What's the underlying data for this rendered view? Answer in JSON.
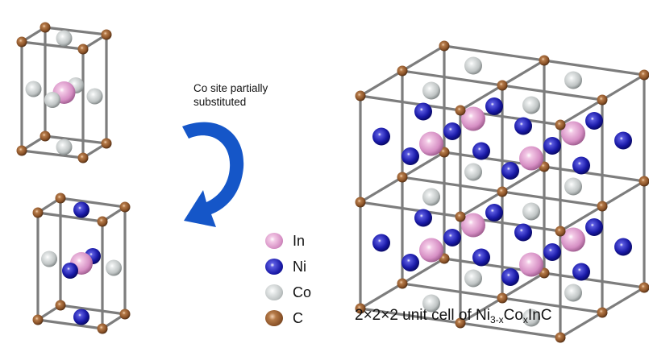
{
  "figure": {
    "arrow_caption_line1": "Co site partially",
    "arrow_caption_line2": "substituted",
    "title_prefix": "2×2×2 unit cell of ",
    "formula": {
      "ni": "Ni",
      "ni_sub": "3-x",
      "co": "Co",
      "co_sub": "x",
      "rest": "InC"
    }
  },
  "legend": [
    {
      "label": "In",
      "color": "#d68fc4"
    },
    {
      "label": "Ni",
      "color": "#1a1aa8"
    },
    {
      "label": "Co",
      "color": "#c3c7c7"
    },
    {
      "label": "C",
      "color": "#8a5228"
    }
  ],
  "colors": {
    "In": "#d68fc4",
    "Ni": "#1a1aa8",
    "Co": "#c3c7c7",
    "C": "#8a5228",
    "bond": "#7d7d7d",
    "arrow": "#1556c8"
  },
  "structures": {
    "original_cell": {
      "composition": "Ni3InC-type cell with Co faces",
      "face_atoms": [
        "Co",
        "Co",
        "Co",
        "Co",
        "Co",
        "Co"
      ],
      "center": "In",
      "corners": "C"
    },
    "substituted_cell": {
      "face_atoms": [
        "Ni",
        "Co",
        "Ni",
        "Ni",
        "Co",
        "Ni"
      ],
      "center": "In",
      "corners": "C"
    },
    "supercell": {
      "size": "2x2x2"
    }
  }
}
